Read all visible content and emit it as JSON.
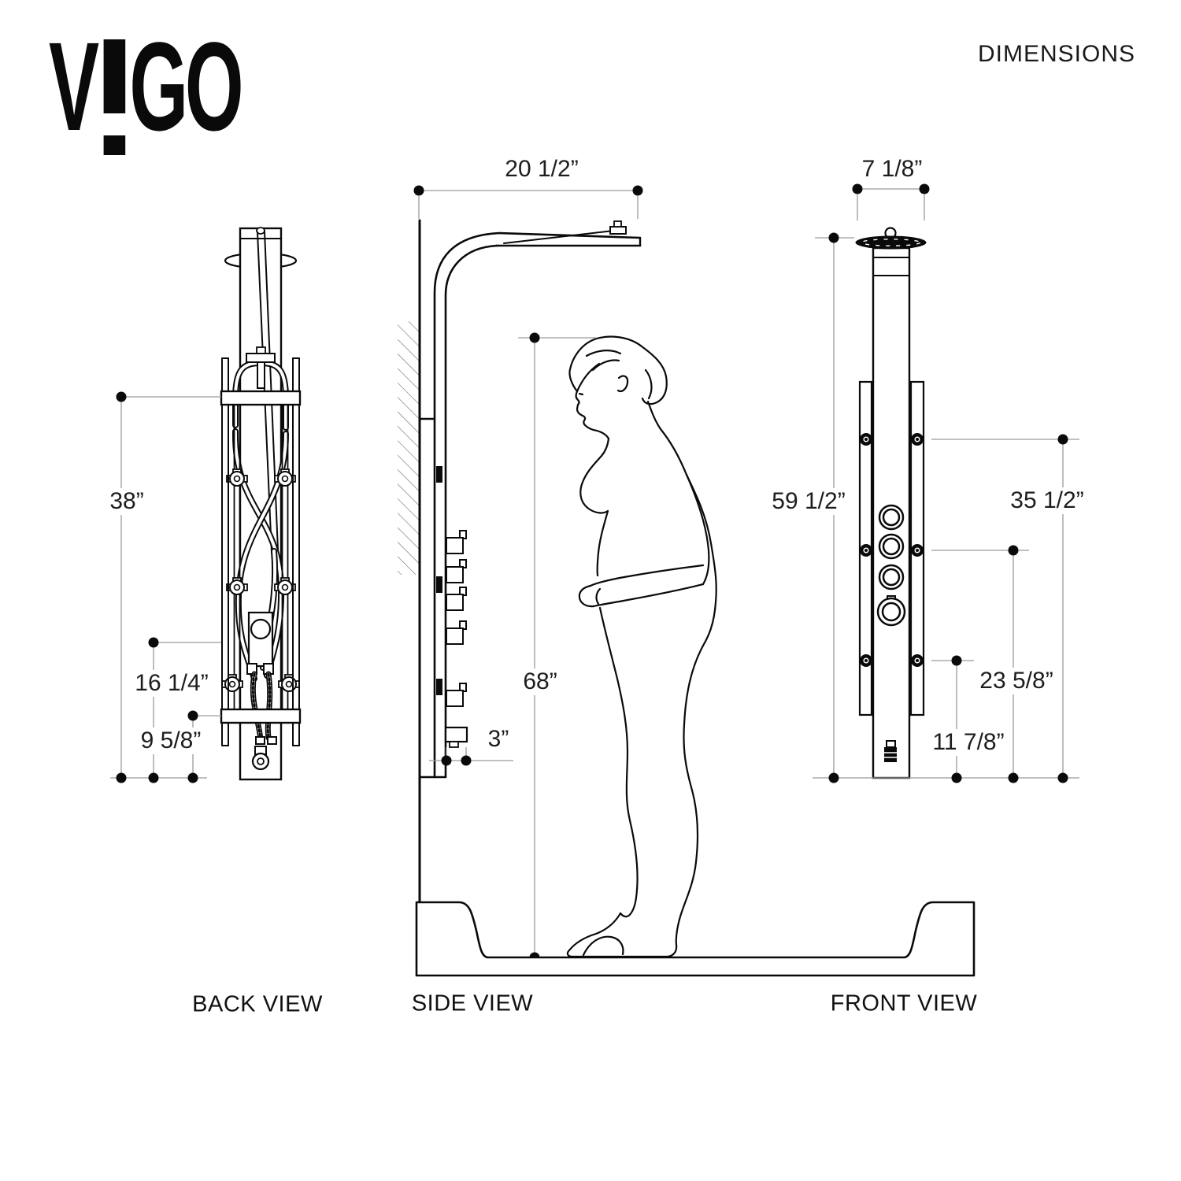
{
  "brand": {
    "logo_text": "VIGO",
    "logo_prefix": "V",
    "logo_suffix": "GO"
  },
  "header": {
    "title": "DIMENSIONS"
  },
  "back_view": {
    "label": "BACK VIEW",
    "dim_frame_height": "38”",
    "dim_mid_height": "16 1/4”",
    "dim_low_height": "9 5/8”"
  },
  "side_view": {
    "label": "SIDE VIEW",
    "dim_arm_reach": "20 1/2”",
    "dim_user_height": "68”",
    "dim_spout_depth": "3”"
  },
  "front_view": {
    "label": "FRONT VIEW",
    "dim_head_width": "7 1/8”",
    "dim_overall_height": "59 1/2”",
    "dim_upper_jet_height": "35 1/2”",
    "dim_mid_jet_height": "23 5/8”",
    "dim_lower_jet_height": "11 7/8”"
  },
  "colors": {
    "ink": "#0a0a0a",
    "dim_line": "#9b9b9b",
    "text": "#1d1d1d",
    "background": "#ffffff"
  }
}
